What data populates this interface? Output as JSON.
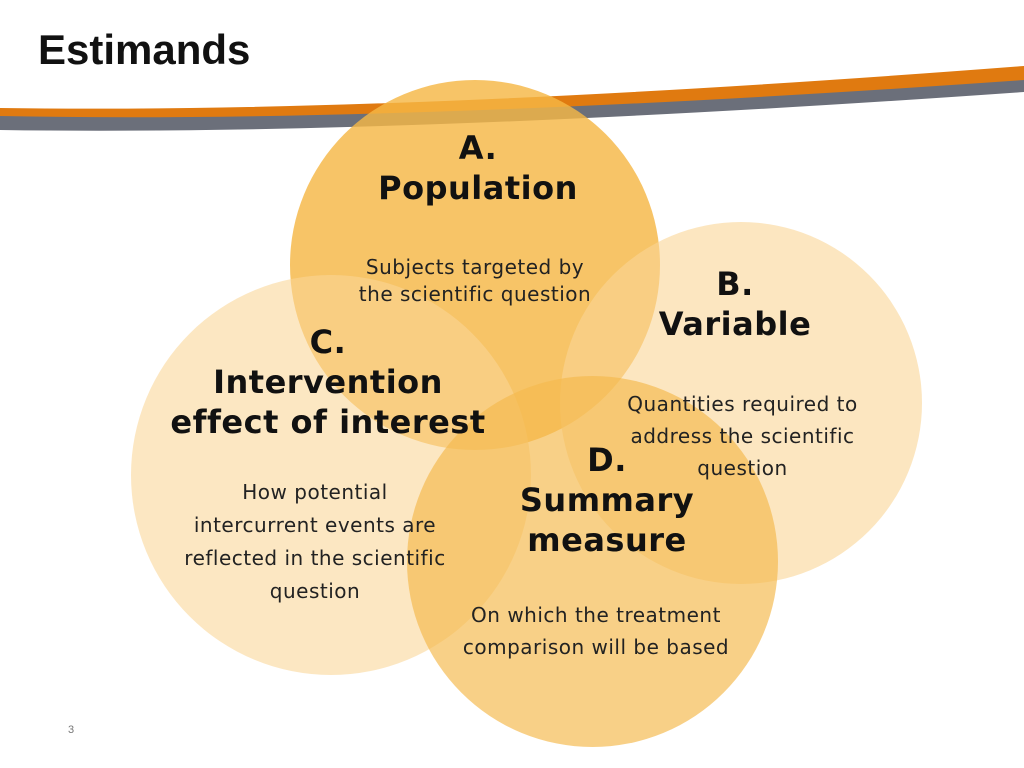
{
  "slide": {
    "title": "Estimands",
    "page_number": "3"
  },
  "theme": {
    "swoosh_orange": "#E07A10",
    "swoosh_gray": "#6B6F7A",
    "circle_deep": "#F5B746",
    "circle_light": "#FAD696"
  },
  "diagram": {
    "components": [
      {
        "id": "A",
        "label_letter": "A.",
        "label_lines": [
          "Population"
        ],
        "description_lines": [
          "Subjects targeted by",
          "the scientific question"
        ]
      },
      {
        "id": "B",
        "label_letter": "B.",
        "label_lines": [
          "Variable"
        ],
        "description_lines": [
          "Quantities required to",
          "address the scientific",
          "question"
        ]
      },
      {
        "id": "C",
        "label_letter": "C.",
        "label_lines": [
          "Intervention",
          "effect of interest"
        ],
        "description_lines": [
          "How potential",
          "intercurrent events are",
          "reflected in the scientific",
          "question"
        ]
      },
      {
        "id": "D",
        "label_letter": "D.",
        "label_lines": [
          "Summary",
          "measure"
        ],
        "description_lines": [
          "On which the treatment",
          "comparison will be based"
        ]
      }
    ]
  }
}
